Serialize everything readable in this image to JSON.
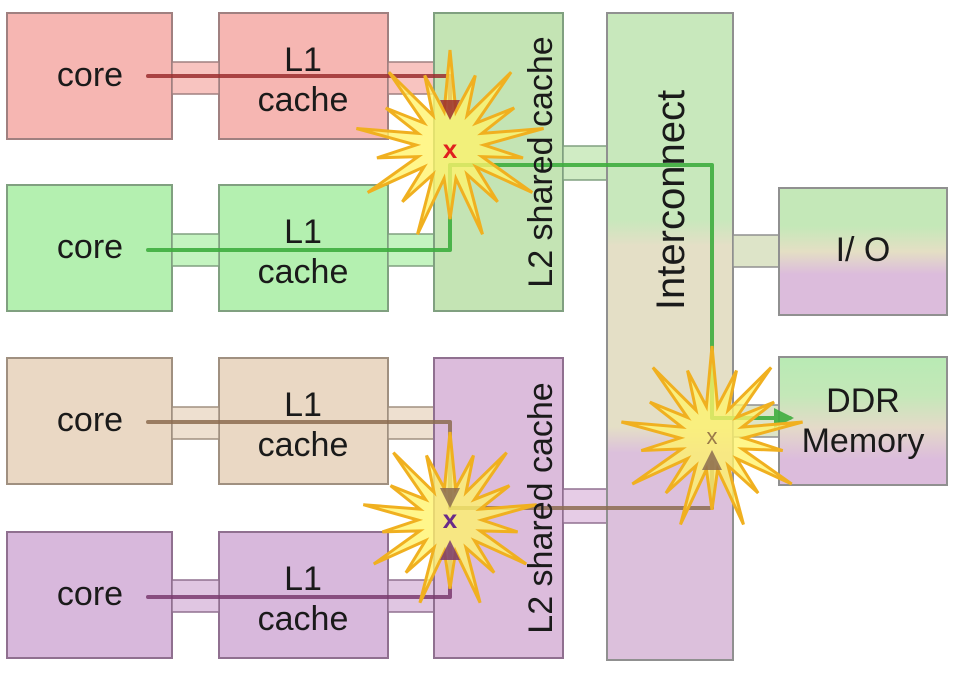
{
  "cores": [
    {
      "label": "core",
      "l1_line1": "L1",
      "l1_line2": "cache"
    },
    {
      "label": "core",
      "l1_line1": "L1",
      "l1_line2": "cache"
    },
    {
      "label": "core",
      "l1_line1": "L1",
      "l1_line2": "cache"
    },
    {
      "label": "core",
      "l1_line1": "L1",
      "l1_line2": "cache"
    }
  ],
  "l2_label": "L2 shared cache",
  "interconnect_label": "Interconnect",
  "io_label": "I/ O",
  "ddr_line1": "DDR",
  "ddr_line2": "Memory",
  "conflict_marks": {
    "upper": "x",
    "lower": "x",
    "interconnect": "x"
  },
  "colors": {
    "core0": "#f6b6b2",
    "core1": "#b4f0b0",
    "core2": "#ead8c4",
    "core3": "#d8b8dc",
    "l2_top": "#c4e4b4",
    "l2_bottom": "#dcbcdc",
    "path0": "#9b2e2e",
    "path1": "#3fae3f",
    "path2": "#8c6c50",
    "path3": "#7a3a6e",
    "burst_fill": "#fff36a",
    "burst_stroke": "#f0b020"
  }
}
